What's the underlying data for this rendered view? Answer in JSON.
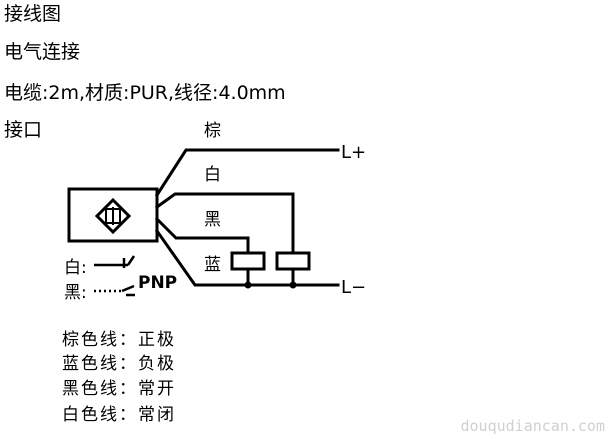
{
  "heading": "接线图",
  "section": "电气连接",
  "spec": "电缆:2m,材质:PUR,线径:4.0mm",
  "interface_label": "接口",
  "wires": {
    "brown": "棕",
    "white": "白",
    "black": "黑",
    "blue": "蓝"
  },
  "terminals": {
    "plus": "L+",
    "minus": "L−"
  },
  "outputs": {
    "white": "白:",
    "black": "黑:",
    "type": "PNP"
  },
  "legend": [
    "棕色线：正极",
    "蓝色线：负极",
    "黑色线：常开",
    "白色线：常闭"
  ],
  "watermark": "douqudiancan.com"
}
